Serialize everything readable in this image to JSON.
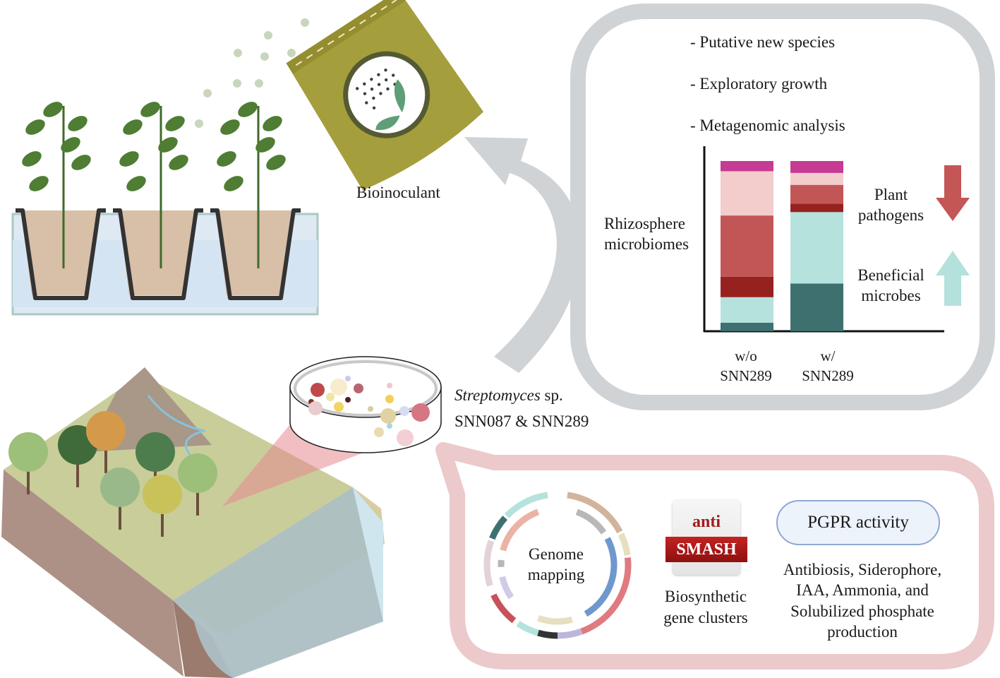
{
  "labels": {
    "bioinoculant": "Bioinoculant",
    "strain_genus": "Streptomyces",
    "strain_sp": "sp.",
    "strain_ids": "SNN087 & SNN289",
    "findings": [
      "- Putative new species",
      "- Exploratory growth",
      "- Metagenomic analysis"
    ],
    "rhizosphere_line1": "Rhizosphere",
    "rhizosphere_line2": "microbiomes",
    "plant_pathogens_line1": "Plant",
    "plant_pathogens_line2": "pathogens",
    "beneficial_line1": "Beneficial",
    "beneficial_line2": "microbes",
    "genome_line1": "Genome",
    "genome_line2": "mapping",
    "antismash_top": "anti",
    "antismash_band": "SMASH",
    "bgc_line1": "Biosynthetic",
    "bgc_line2": "gene clusters",
    "pgpr_title": "PGPR activity",
    "pgpr_details": [
      "Antibiosis, Siderophore,",
      "IAA, Ammonia, and",
      "Solubilized phosphate",
      "production"
    ]
  },
  "icons": {
    "bag": "bioinoculant-bag-icon",
    "plants": "potted-soybean-plants-icon",
    "landscape": "landscape-icon",
    "dish": "petri-dish-icon",
    "genome": "genome-ring-icon",
    "antismash": "antismash-logo-icon",
    "down_arrow": "down-arrow-icon",
    "up_arrow": "up-arrow-icon",
    "cycle_arrow": "cycle-arrow-icon"
  },
  "colors": {
    "frame_gray": "#d0d3d6",
    "frame_pink": "#ecc9cb",
    "pathogen_arrow": "#c55656",
    "beneficial_arrow": "#b4e1dc",
    "bag_olive": "#a59e3c"
  },
  "chart_data": {
    "type": "bar",
    "stacked": true,
    "title": "",
    "xlabel": "",
    "ylabel": "Rhizosphere microbiomes",
    "categories": [
      "w/o SNN289",
      "w/ SNN289"
    ],
    "category_lines": [
      [
        "w/o",
        "SNN289"
      ],
      [
        "w/",
        "SNN289"
      ]
    ],
    "ylim": [
      0,
      100
    ],
    "units": "relative abundance (%)",
    "grid": false,
    "legend": "none",
    "series": [
      {
        "name": "Beneficial (dark teal)",
        "group": "beneficial",
        "color": "#3f7070",
        "values": [
          5,
          28
        ]
      },
      {
        "name": "Beneficial (light teal)",
        "group": "beneficial",
        "color": "#b6e2de",
        "values": [
          15,
          42
        ]
      },
      {
        "name": "Pathogen (dark red)",
        "group": "pathogen",
        "color": "#962220",
        "values": [
          12,
          5
        ]
      },
      {
        "name": "Pathogen (red)",
        "group": "pathogen",
        "color": "#c25656",
        "values": [
          36,
          11
        ]
      },
      {
        "name": "Other (light pink)",
        "group": "other",
        "color": "#f3cccc",
        "values": [
          26,
          7
        ]
      },
      {
        "name": "Other (magenta)",
        "group": "other",
        "color": "#c63b93",
        "values": [
          6,
          7
        ]
      }
    ],
    "annotations": [
      "Plant pathogens (decrease)",
      "Beneficial microbes (increase)"
    ]
  }
}
